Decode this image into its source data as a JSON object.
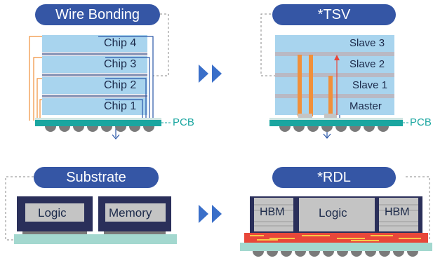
{
  "panels": {
    "wire_bonding": {
      "title": "Wire Bonding",
      "chips": [
        "Chip 4",
        "Chip 3",
        "Chip 2",
        "Chip 1"
      ],
      "pcb_label": "PCB"
    },
    "tsv": {
      "title": "*TSV",
      "dies": [
        "Slave 3",
        "Slave 2",
        "Slave 1",
        "Master"
      ],
      "pcb_label": "PCB"
    },
    "substrate": {
      "title": "Substrate",
      "chips": [
        "Logic",
        "Memory"
      ]
    },
    "rdl": {
      "title": "*RDL",
      "chips": [
        "HBM",
        "Logic",
        "HBM"
      ]
    }
  },
  "colors": {
    "pill": "#3556a5",
    "chip_blue": "#a8d4ee",
    "chip_grey": "#c4c4c4",
    "die_frame": "#2a2f5a",
    "pcb_teal": "#1aa6a0",
    "bump_grey": "#7a7a7a",
    "wire_orange": "#f0903b",
    "wire_blue": "#2a57a8",
    "rdl_red": "#e8473a",
    "rdl_yellow": "#f7c948",
    "arrow_blue": "#3a6fc9"
  }
}
